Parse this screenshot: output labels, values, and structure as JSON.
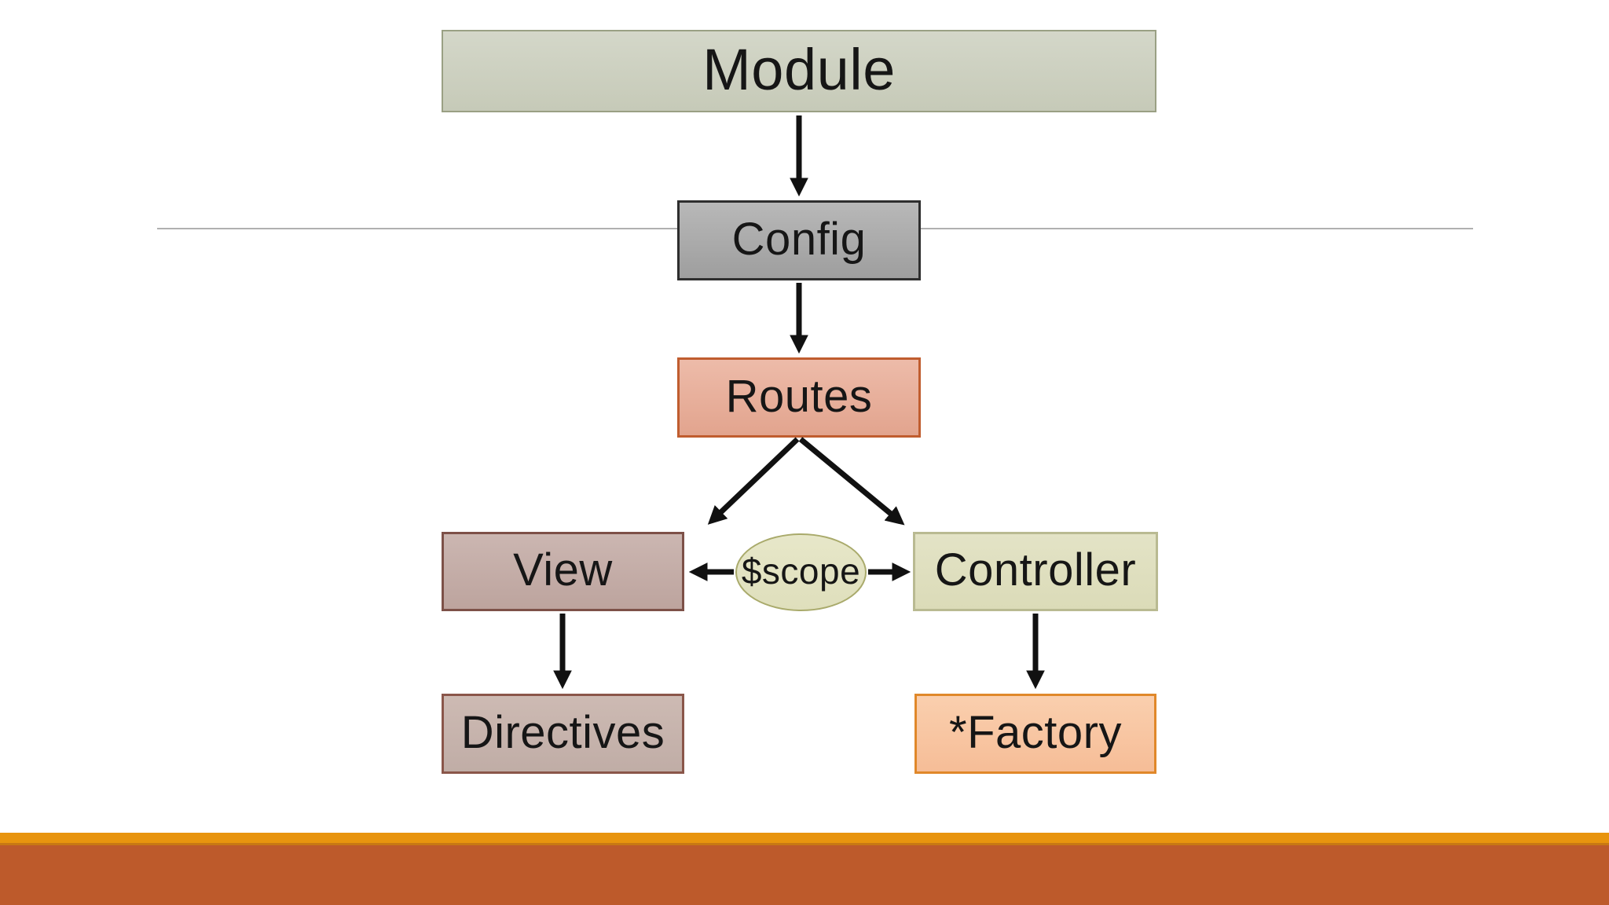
{
  "nodes": {
    "module": {
      "label": "Module",
      "fill_top": "#d4d7c9",
      "fill_bottom": "#c6cab8",
      "border": "#9aa084"
    },
    "config": {
      "label": "Config",
      "fill_top": "#b8b8b8",
      "fill_bottom": "#9e9e9e",
      "border": "#2e2e2e"
    },
    "routes": {
      "label": "Routes",
      "fill_top": "#edbba9",
      "fill_bottom": "#e2a48e",
      "border": "#c05d2f"
    },
    "view": {
      "label": "View",
      "fill_top": "#cbb6b1",
      "fill_bottom": "#bda49e",
      "border": "#7d5148"
    },
    "scope": {
      "label": "$scope",
      "fill_top": "#e7e7c9",
      "fill_bottom": "#dfdfbc",
      "border": "#a9aa6b"
    },
    "controller": {
      "label": "Controller",
      "fill_top": "#e3e3c6",
      "fill_bottom": "#dbdbb8",
      "border": "#b9ba92"
    },
    "directives": {
      "label": "Directives",
      "fill_top": "#cdbab3",
      "fill_bottom": "#c0ada6",
      "border": "#8a564a"
    },
    "factory": {
      "label": "*Factory",
      "fill_top": "#facfae",
      "fill_bottom": "#f6bd97",
      "border": "#e0882a"
    }
  },
  "edges": [
    {
      "from": "module",
      "to": "config"
    },
    {
      "from": "config",
      "to": "routes"
    },
    {
      "from": "routes",
      "to": "view"
    },
    {
      "from": "routes",
      "to": "controller"
    },
    {
      "from": "scope",
      "to": "view"
    },
    {
      "from": "scope",
      "to": "controller"
    },
    {
      "from": "view",
      "to": "directives"
    },
    {
      "from": "controller",
      "to": "factory"
    }
  ],
  "colors": {
    "background": "#ffffff",
    "arrow": "#111111",
    "divider_line": "#b0b0b0",
    "footer_strip": "#e8940e",
    "footer_band": "#bd5a2b"
  }
}
